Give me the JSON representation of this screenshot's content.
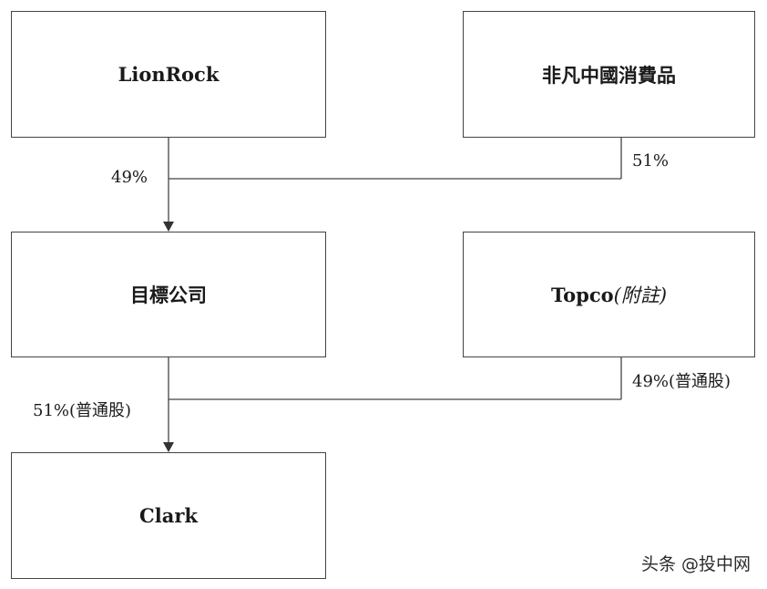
{
  "entities": {
    "lionrock": "LionRock",
    "feifan": "非凡中國消費品",
    "target": "目標公司",
    "topco": "Topco",
    "topco_note": "(附註)",
    "clark": "Clark"
  },
  "edges": {
    "lionrock_to_target": "49%",
    "feifan_to_target": "51%",
    "target_to_clark": "51%(普通股)",
    "topco_to_clark": "49%(普通股)"
  },
  "watermark": "头条 @投中网"
}
